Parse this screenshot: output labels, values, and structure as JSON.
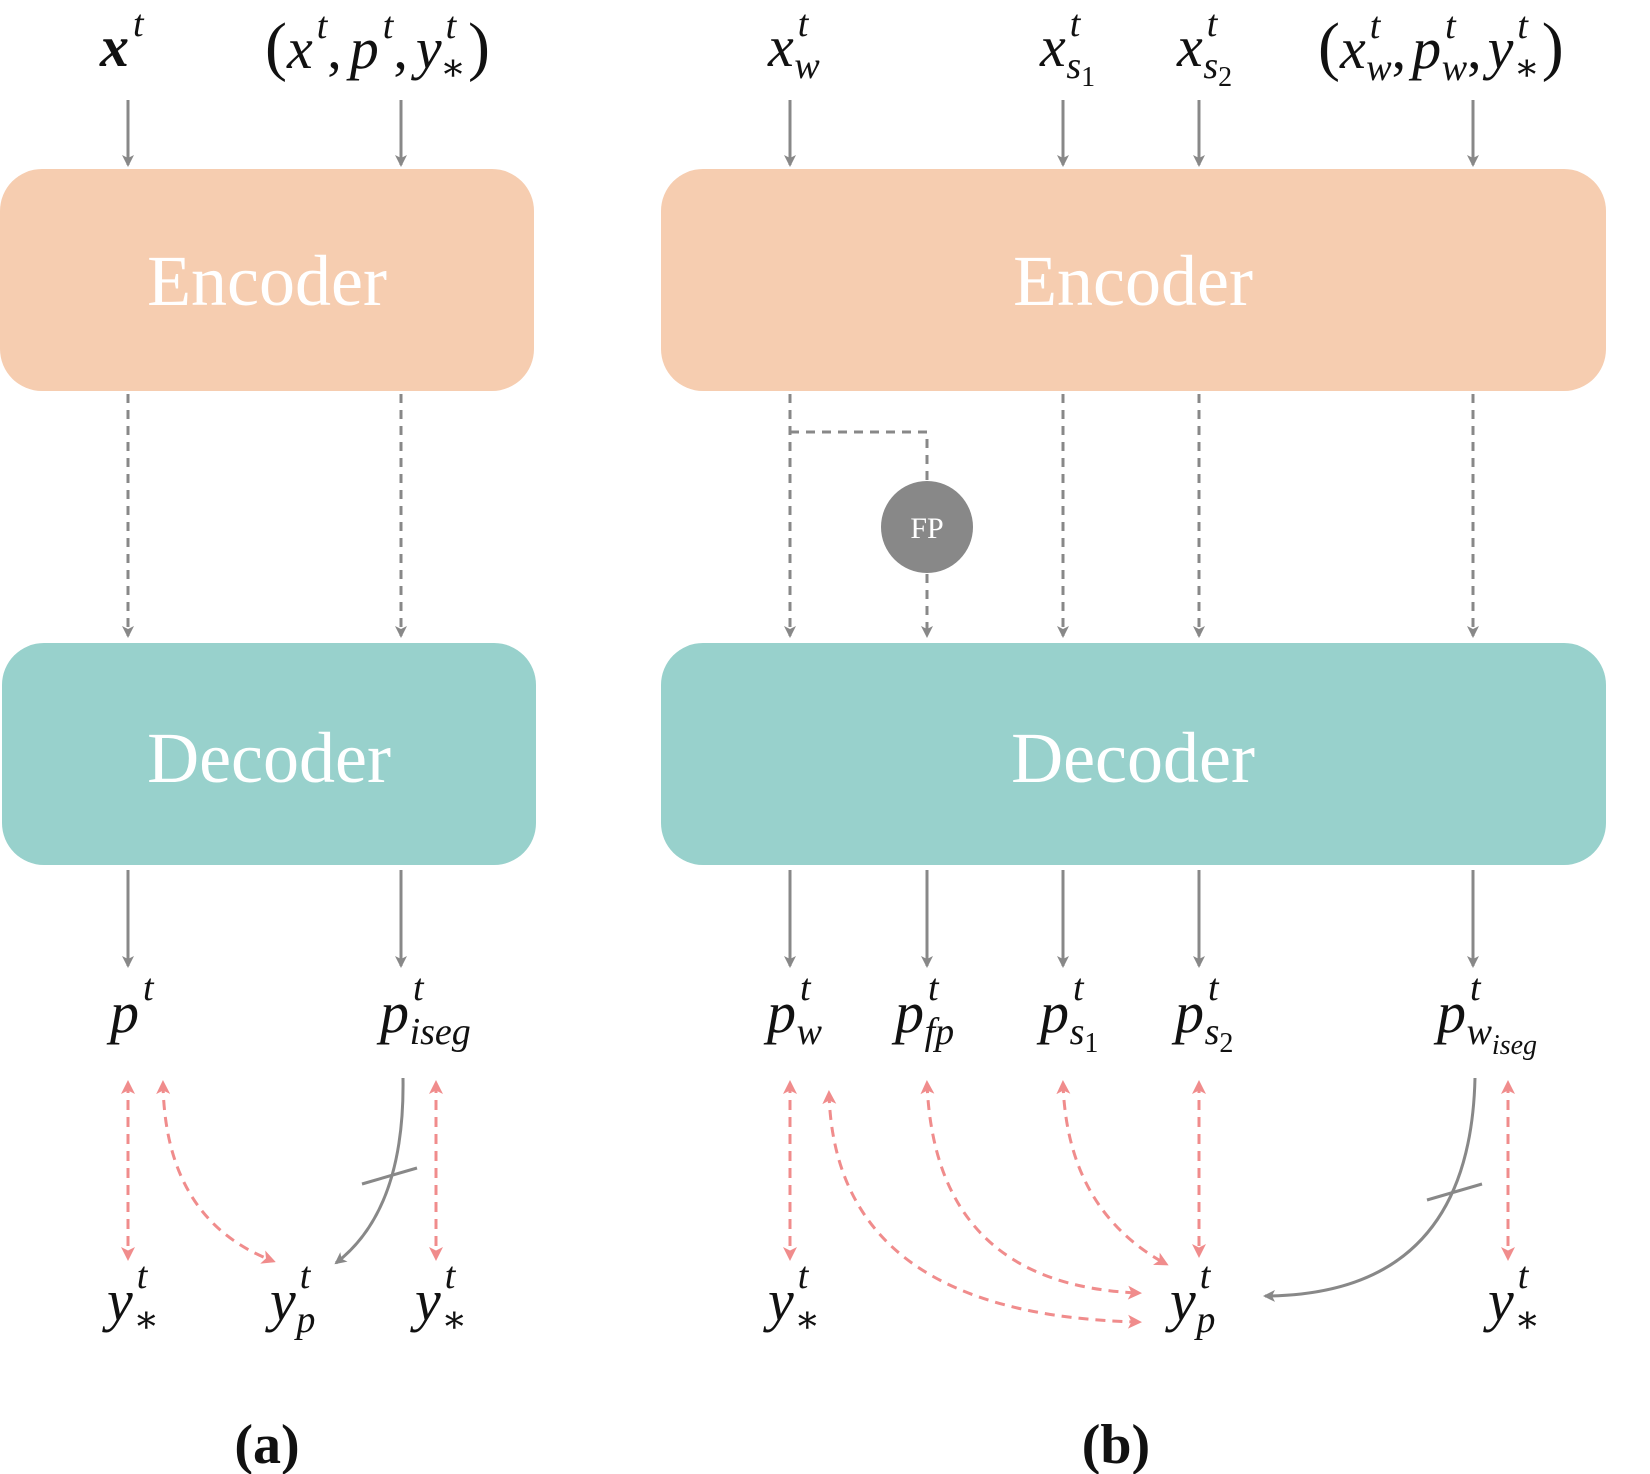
{
  "colors": {
    "encoder": "#f6cdb0",
    "decoder": "#98d1cc",
    "arrow": "#888888",
    "loss_arrow": "#f08c8c",
    "fp_node": "#888888"
  },
  "panel_a": {
    "label": "(a)",
    "encoder_label": "Encoder",
    "decoder_label": "Decoder",
    "inputs": {
      "x": "x",
      "x_sup": "t",
      "tuple_open": "(",
      "comma1": ",",
      "comma2": ",",
      "tuple_close": ")",
      "tx": "x",
      "tx_sup": "t",
      "tp": "p",
      "tp_sup": "t",
      "ty": "y",
      "ty_sup": "t",
      "ty_sub": "∗"
    },
    "outputs": {
      "p": "p",
      "p_sup": "t",
      "piseg": "p",
      "piseg_sup": "t",
      "piseg_sub": "iseg"
    },
    "targets": {
      "ystar1": "y",
      "ystar1_sup": "t",
      "ystar1_sub": "∗",
      "yp": "y",
      "yp_sup": "t",
      "yp_sub": "p",
      "ystar2": "y",
      "ystar2_sup": "t",
      "ystar2_sub": "∗"
    }
  },
  "panel_b": {
    "label": "(b)",
    "encoder_label": "Encoder",
    "decoder_label": "Decoder",
    "fp_label": "FP",
    "inputs": {
      "xw": "x",
      "xw_sup": "t",
      "xw_sub": "w",
      "xs1": "x",
      "xs1_sup": "t",
      "xs1_sub": "s",
      "xs1_subsub": "1",
      "xs2": "x",
      "xs2_sup": "t",
      "xs2_sub": "s",
      "xs2_subsub": "2",
      "tuple_open": "(",
      "comma1": ",",
      "comma2": ",",
      "tuple_close": ")",
      "tx": "x",
      "tx_sup": "t",
      "tx_sub": "w",
      "tp": "p",
      "tp_sup": "t",
      "tp_sub": "w",
      "ty": "y",
      "ty_sup": "t",
      "ty_sub": "∗"
    },
    "outputs": {
      "pw": "p",
      "pw_sup": "t",
      "pw_sub": "w",
      "pfp": "p",
      "pfp_sup": "t",
      "pfp_sub": "fp",
      "ps1": "p",
      "ps1_sup": "t",
      "ps1_sub": "s",
      "ps1_subsub": "1",
      "ps2": "p",
      "ps2_sup": "t",
      "ps2_sub": "s",
      "ps2_subsub": "2",
      "pwiseg": "p",
      "pwiseg_sup": "t",
      "pwiseg_sub": "w",
      "pwiseg_subsub": "iseg"
    },
    "targets": {
      "ystar1": "y",
      "ystar1_sup": "t",
      "ystar1_sub": "∗",
      "yp": "y",
      "yp_sup": "t",
      "yp_sub": "p",
      "ystar2": "y",
      "ystar2_sup": "t",
      "ystar2_sub": "∗"
    }
  }
}
